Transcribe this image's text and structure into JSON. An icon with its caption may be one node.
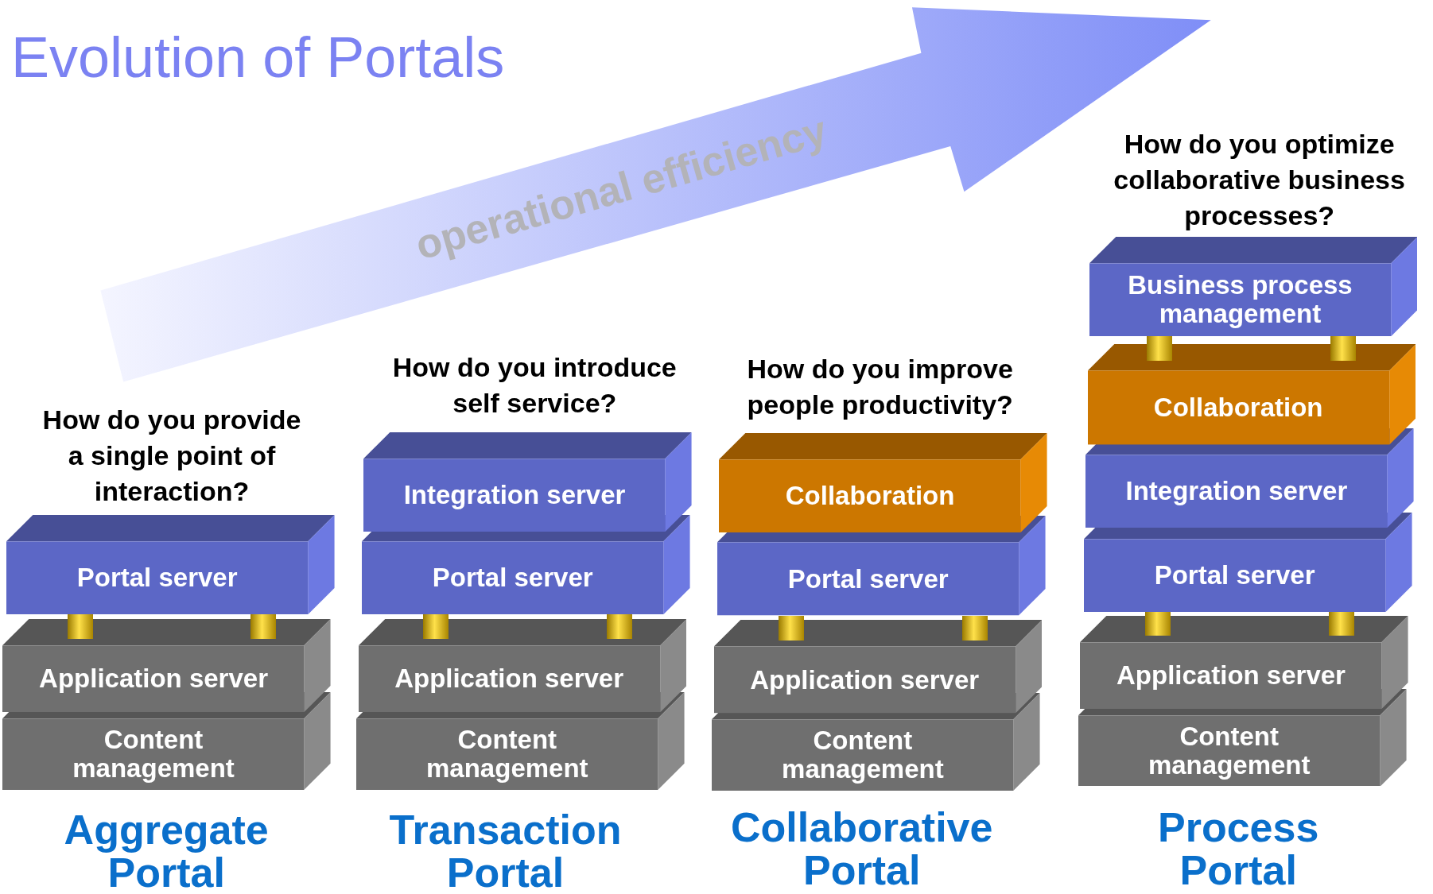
{
  "diagram": {
    "title": "Evolution of Portals",
    "nodes": [
      {
        "text": [
          "Portal server"
        ]
      },
      {
        "text": [
          "Application server"
        ]
      },
      {
        "text": [
          "Content management"
        ]
      },
      {
        "text": [
          "Integration server"
        ]
      },
      {
        "text": [
          "Portal server"
        ]
      },
      {
        "text": [
          "Application server"
        ]
      },
      {
        "text": [
          "Content management"
        ]
      },
      {
        "text": [
          "Collaboration"
        ]
      },
      {
        "text": [
          "Portal server"
        ]
      },
      {
        "text": [
          "Application server"
        ]
      },
      {
        "text": [
          "Content management"
        ]
      },
      {
        "text": [
          "Business process management"
        ]
      },
      {
        "text": [
          "Collaboration"
        ]
      },
      {
        "text": [
          "Integration server"
        ]
      },
      {
        "text": [
          "Portal server"
        ]
      },
      {
        "text": [
          "Application server"
        ]
      },
      {
        "text": [
          "Content management"
        ]
      }
    ],
    "labels": [
      "operational efficiency",
      "How do you provide a single point of interaction?",
      "How do you introduce self service?",
      "How do you improve people productivity?",
      "How do you optimize collaborative business processes?",
      "Aggregate Portal",
      "Transaction Portal",
      "Collaborative Portal",
      "Process Portal"
    ]
  }
}
